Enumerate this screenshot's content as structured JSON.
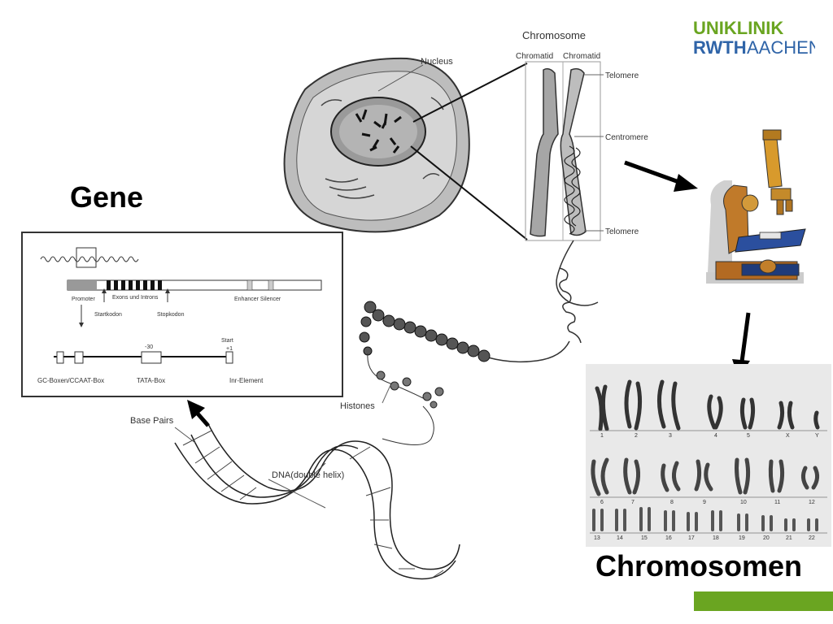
{
  "labels": {
    "gene": "Gene",
    "chromosomen": "Chromosomen"
  },
  "logo": {
    "line1": "UNIKLINIK",
    "line2a": "RWTH",
    "line2b": "AACHEN",
    "color_green": "#6aa521",
    "color_blue": "#2f64a8"
  },
  "cell_diagram": {
    "nucleus": "Nucleus",
    "chromosome": "Chromosome",
    "chromatid_left": "Chromatid",
    "chromatid_right": "Chromatid",
    "telomere_top": "Telomere",
    "centromere": "Centromere",
    "telomere_bottom": "Telomere",
    "histones": "Histones",
    "base_pairs": "Base Pairs",
    "dna": "DNA(double helix)"
  },
  "gene_diagram": {
    "promoter": "Promoter",
    "exons_introns": "Exons und Introns",
    "startkodon": "Startkodon",
    "stopkodon": "Stopkodon",
    "enhancer_silencer": "Enhancer  Silencer",
    "minus30": "-30",
    "start": "Start",
    "plus1": "+1",
    "gc_box": "GC-Boxen/CCAAT-Box",
    "tata_box": "TATA-Box",
    "inr_element": "Inr-Element"
  },
  "karyotype": {
    "row1": [
      "1",
      "2",
      "3",
      "4",
      "5",
      "X",
      "Y"
    ],
    "row2": [
      "6",
      "7",
      "8",
      "9",
      "10",
      "11",
      "12"
    ],
    "row3": [
      "13",
      "14",
      "15",
      "16",
      "17",
      "18",
      "19",
      "20",
      "21",
      "22"
    ]
  }
}
